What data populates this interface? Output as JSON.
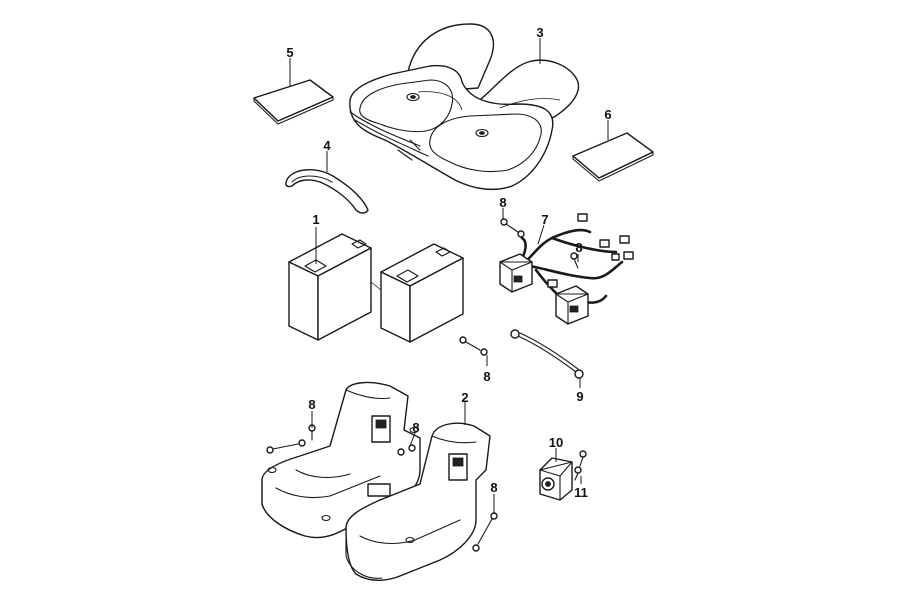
{
  "callouts": {
    "c1": "1",
    "c2": "2",
    "c3": "3",
    "c4": "4",
    "c5": "5",
    "c6": "6",
    "c7": "7",
    "c8a": "8",
    "c8b": "8",
    "c8c": "8",
    "c8d": "8",
    "c8e": "8",
    "c8f": "8",
    "c9": "9",
    "c10": "10",
    "c11": "11"
  },
  "colors": {
    "line": "#1a1a1a",
    "fill": "#ffffff",
    "background": "#ffffff"
  }
}
